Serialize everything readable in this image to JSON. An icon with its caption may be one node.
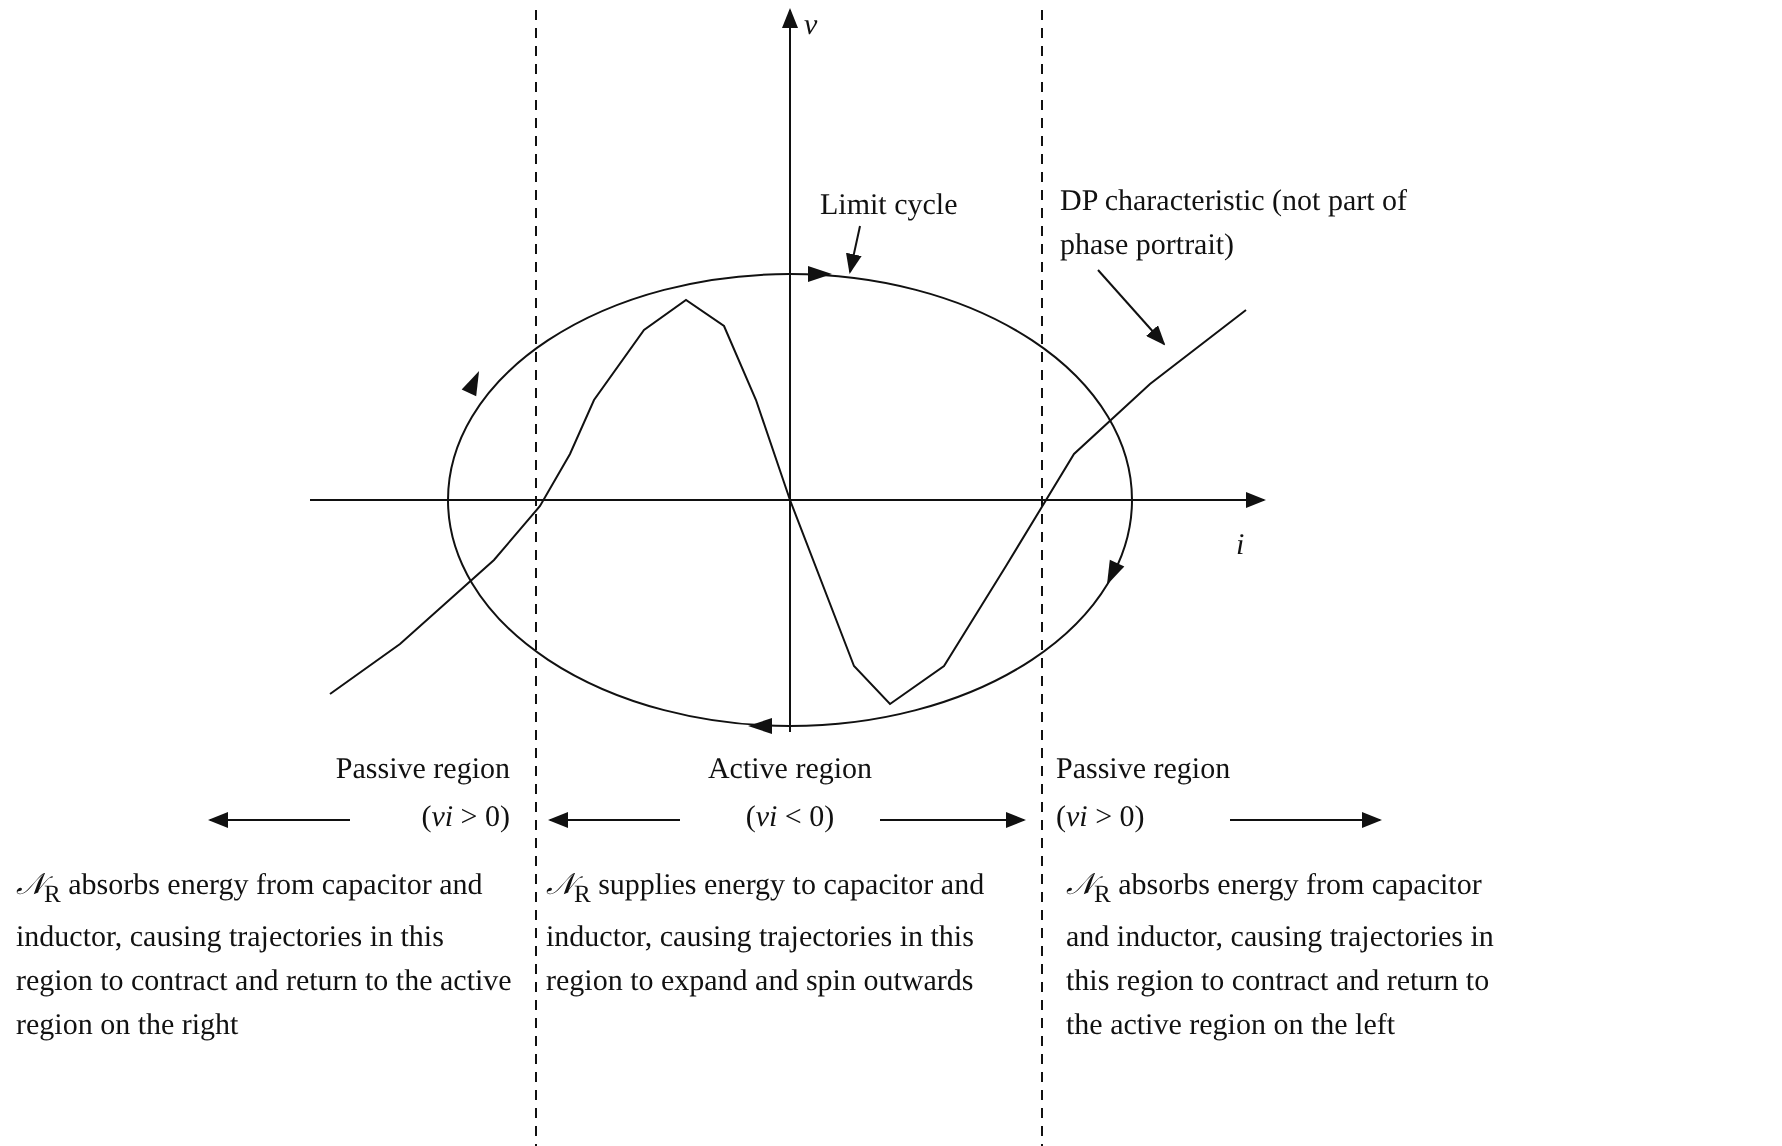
{
  "diagram": {
    "nodes": [
      {
        "text": [
          "Limit cycle"
        ]
      },
      {
        "text": [
          "DP characteristic (not part of phase portrait)"
        ]
      }
    ],
    "edges": [
      {
        "from": 0,
        "to": null,
        "arrow": "to"
      },
      {
        "from": 1,
        "to": null,
        "arrow": "to"
      }
    ],
    "labels": [
      "*v*",
      "*i*",
      "Passive region",
      "(*vi* > 0)",
      "Active region",
      "(*vi* < 0)",
      "Passive region",
      "(*vi* > 0)",
      "*𝒩*$_{R}$ absorbs energy from capacitor and inductor, causing trajectories in this region to contract and return to the active region on the right",
      "*𝒩*$_{R}$ supplies energy to capacitor and inductor, causing trajectories in this region to expand and spin outwards",
      "*𝒩*$_{R}$ absorbs energy from capacitor and inductor, causing trajectories in this region to contract and return to the active region on the left"
    ]
  }
}
